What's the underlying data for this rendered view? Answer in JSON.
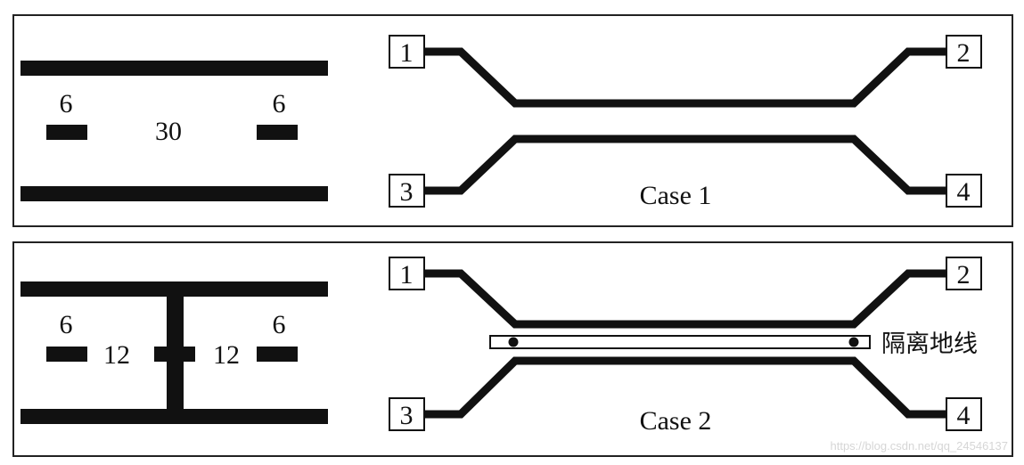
{
  "case1": {
    "left_width_label": "6",
    "spacing_label": "30",
    "right_width_label": "6",
    "ports": [
      "1",
      "2",
      "3",
      "4"
    ],
    "title": "Case 1"
  },
  "case2": {
    "left_width_label": "6",
    "left_spacing_label": "12",
    "right_spacing_label": "12",
    "right_width_label": "6",
    "ports": [
      "1",
      "2",
      "3",
      "4"
    ],
    "title": "Case 2",
    "guard_trace_label": "隔离地线"
  },
  "watermark": "https://blog.csdn.net/qq_24546137"
}
